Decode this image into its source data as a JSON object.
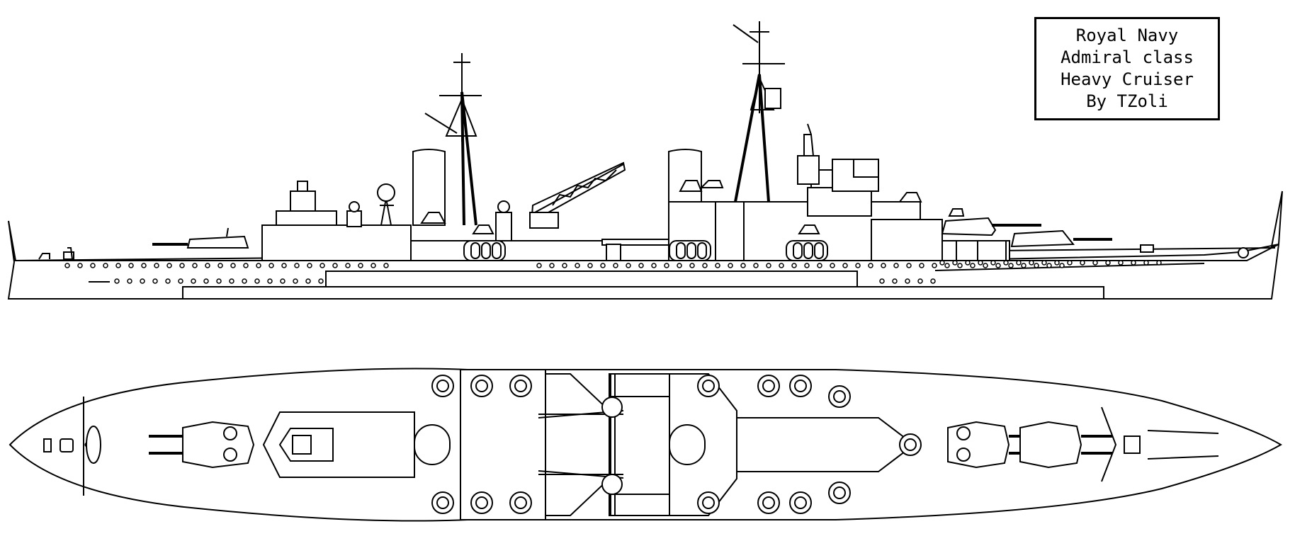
{
  "title_block": {
    "lines": [
      "Royal Navy",
      "Admiral class",
      "Heavy Cruiser",
      "By TZoli"
    ]
  },
  "colors": {
    "line": "#000000",
    "background": "#ffffff"
  }
}
